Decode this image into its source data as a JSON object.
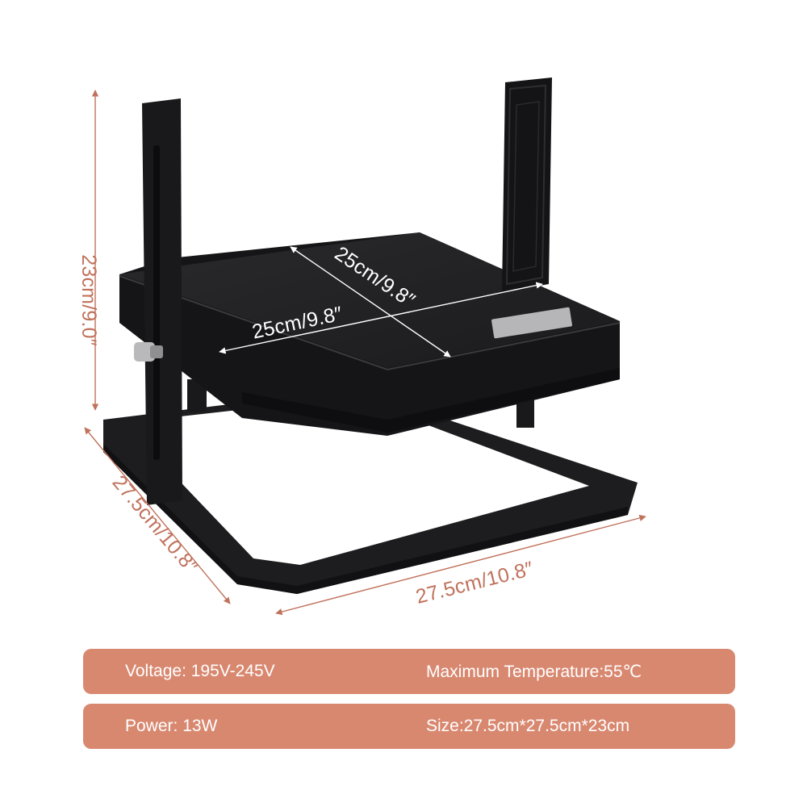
{
  "colors": {
    "accent": "#d98870",
    "dimension_line": "#c0725c",
    "product": "#1f1f21",
    "label_on_product": "#ffffff"
  },
  "dimensions": {
    "height": "23cm/9.0″",
    "front_depth": "27.5cm/10.8″",
    "front_width": "27.5cm/10.8″",
    "top_width": "25cm/9.8″",
    "top_depth": "25cm/9.8″"
  },
  "specs": [
    {
      "left": "Voltage: 195V-245V",
      "right": "Maximum Temperature:55℃"
    },
    {
      "left": "Power: 13W",
      "right": "Size:27.5cm*27.5cm*23cm"
    }
  ]
}
